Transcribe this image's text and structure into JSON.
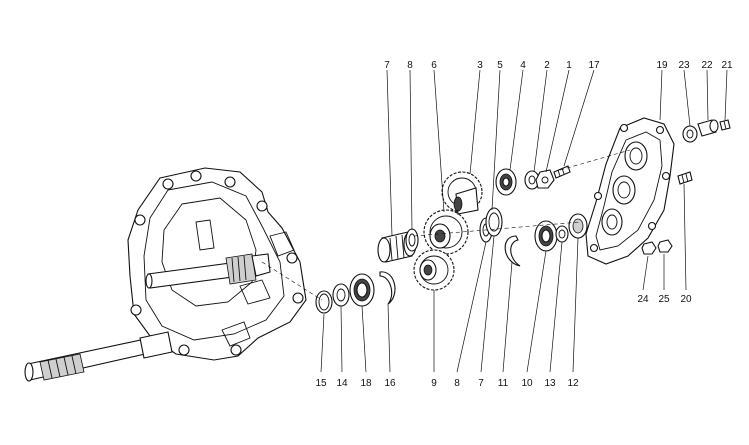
{
  "labels": {
    "l1": "1",
    "l2": "2",
    "l3": "3",
    "l4": "4",
    "l5": "5",
    "l6": "6",
    "l7a": "7",
    "l7b": "7",
    "l8a": "8",
    "l8b": "8",
    "l9": "9",
    "l10": "10",
    "l11": "11",
    "l12": "12",
    "l13": "13",
    "l14": "14",
    "l15": "15",
    "l16": "16",
    "l17": "17",
    "l18": "18",
    "l19": "19",
    "l20": "20",
    "l21": "21",
    "l22": "22",
    "l23": "23",
    "l24": "24",
    "l25": "25"
  }
}
